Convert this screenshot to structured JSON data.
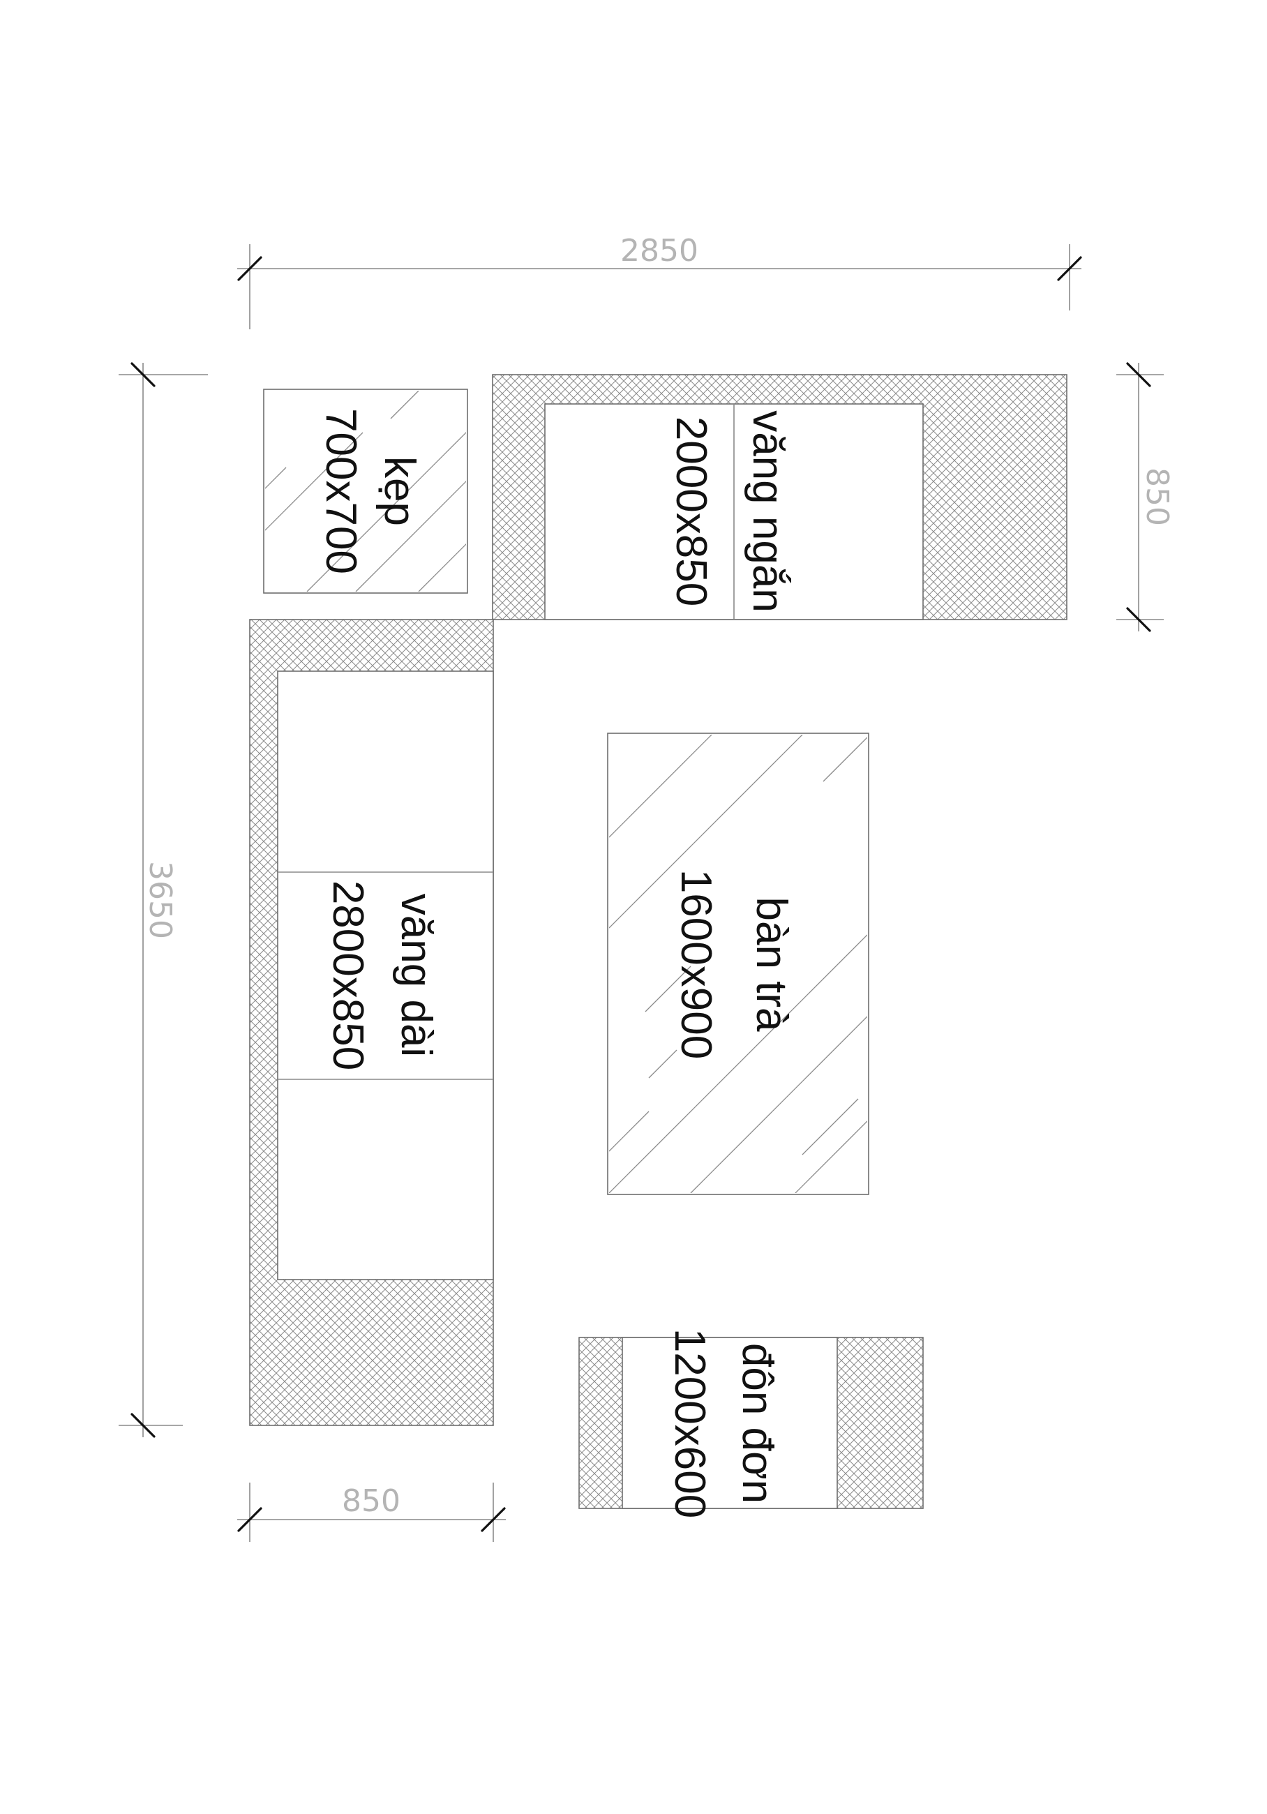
{
  "dimensions": {
    "top_width": "2850",
    "left_height": "3650",
    "right_depth": "850",
    "bottom_depth": "850"
  },
  "pieces": {
    "kep": {
      "name": "kẹp",
      "size": "700x700"
    },
    "vang_ngan": {
      "name": "văng ngắn",
      "size": "2000x850"
    },
    "vang_dai": {
      "name": "văng dài",
      "size": "2800x850"
    },
    "ban_tra": {
      "name": "bàn trà",
      "size": "1600x900"
    },
    "don_don": {
      "name": "đôn đơn",
      "size": "1200x600"
    }
  }
}
